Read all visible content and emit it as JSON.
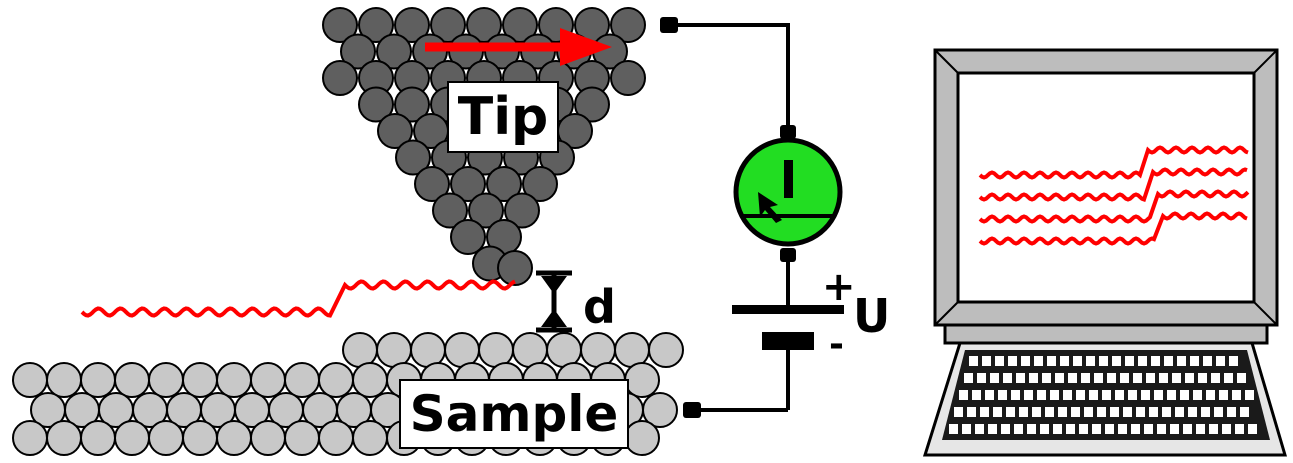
{
  "labels": {
    "tip": "Tip",
    "sample": "Sample",
    "gap": "d",
    "meter": "I",
    "voltage": "U",
    "plus": "+",
    "minus": "-"
  },
  "colors": {
    "tip_atom": "#5f5f5f",
    "sample_atom": "#c8c8c8",
    "atom_outline": "#000000",
    "scan_arrow": "#ff0000",
    "trace": "#ff0000",
    "meter_fill": "#22dd22",
    "wire": "#000000",
    "monitor_bezel": "#bdbdbd",
    "screen": "#ffffff"
  },
  "icons": {
    "scan_direction": "right-arrow",
    "ammeter": "gauge-icon",
    "battery": "battery-icon",
    "computer": "computer-monitor-icon",
    "keyboard": "keyboard-icon"
  }
}
